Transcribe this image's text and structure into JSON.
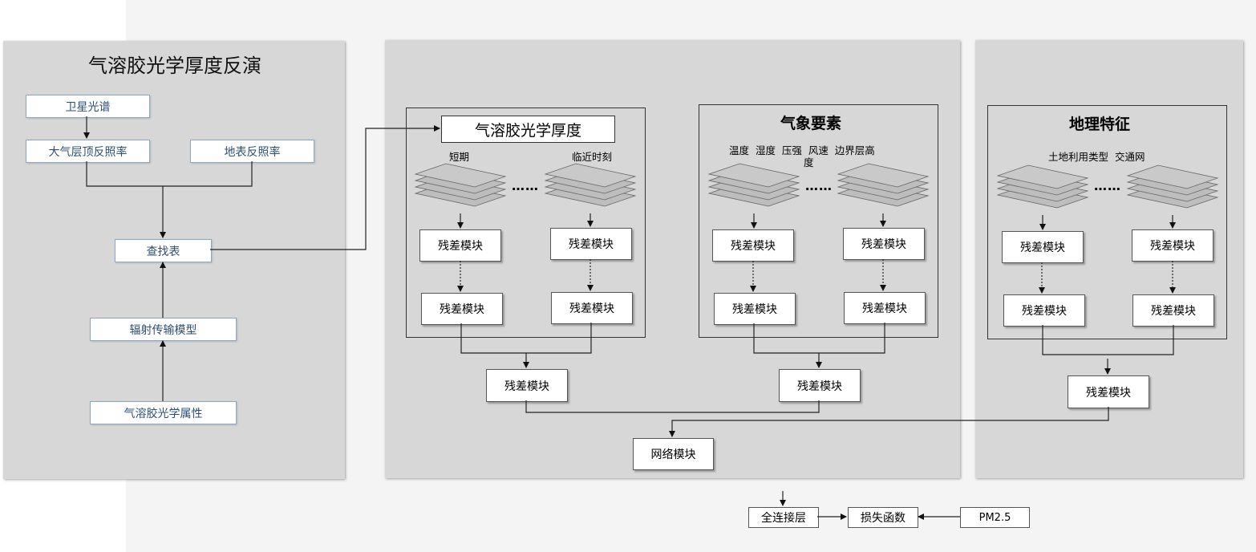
{
  "left_panel": {
    "title": "气溶胶光学厚度反演",
    "nodes": {
      "satellite_spectrum": "卫星光谱",
      "toa_reflectance": "大气层顶反照率",
      "surface_reflectance": "地表反照率",
      "lookup_table": "查找表",
      "radiative_transfer_model": "辐射传输模型",
      "aerosol_optical_properties": "气溶胶光学属性"
    }
  },
  "aod_group": {
    "title": "气溶胶光学厚度",
    "left_label": "短期",
    "right_label": "临近时刻",
    "dots": "……",
    "module": "残差模块"
  },
  "meteo_group": {
    "title": "气象要素",
    "variables_line1": "温度  湿度  压强  风速  边界层高",
    "variables_line2": "度",
    "dots": "……",
    "module": "残差模块"
  },
  "geo_group": {
    "title": "地理特征",
    "variables": "土地利用类型  交通网",
    "dots": "……",
    "module": "残差模块"
  },
  "merge": {
    "module": "残差模块",
    "network_module": "网络模块"
  },
  "output": {
    "fully_connected": "全连接层",
    "loss_function": "损失函数",
    "pm25": "PM2.5"
  }
}
